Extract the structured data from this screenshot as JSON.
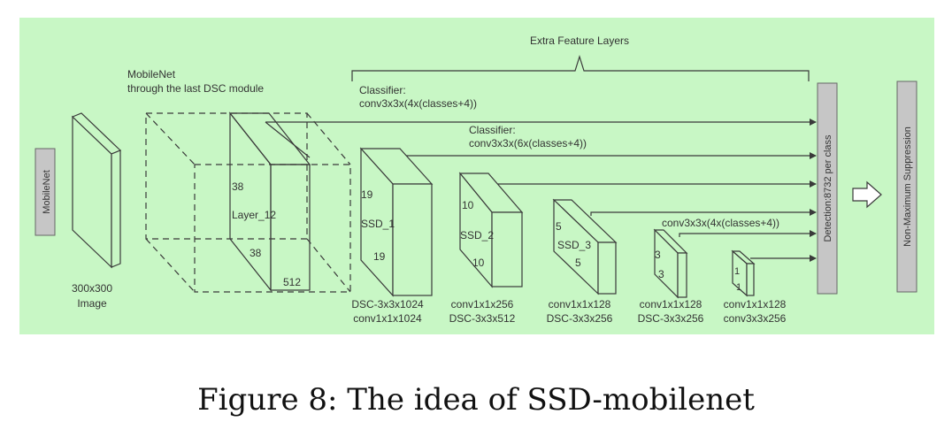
{
  "colors": {
    "background": "#c8f7c5",
    "box": "#c6c6c6",
    "line": "#3a3a3a"
  },
  "left_label": "MobileNet",
  "input": {
    "line1": "300x300",
    "line2": "Image"
  },
  "mobilenet_caption": {
    "line1": "MobileNet",
    "line2": "through the last DSC module"
  },
  "layer12": {
    "name": "Layer_12",
    "height": "38",
    "width": "38",
    "depth": "512"
  },
  "extra_title": "Extra Feature Layers",
  "classifier1": {
    "line1": "Classifier:",
    "line2": "conv3x3x(4x(classes+4))"
  },
  "classifier2": {
    "line1": "Classifier:",
    "line2": "conv3x3x(6x(classes+4))"
  },
  "classifier3": "conv3x3x(4x(classes+4))",
  "ssd1": {
    "name": "SSD_1",
    "height": "19",
    "width": "19",
    "line1": "DSC-3x3x1024",
    "line2": "conv1x1x1024"
  },
  "ssd2": {
    "name": "SSD_2",
    "height": "10",
    "width": "10",
    "line1": "conv1x1x256",
    "line2": "DSC-3x3x512"
  },
  "ssd3": {
    "name": "SSD_3",
    "height": "5",
    "width": "5",
    "line1": "conv1x1x128",
    "line2": "DSC-3x3x256"
  },
  "block4": {
    "height": "3",
    "width": "3",
    "line1": "conv1x1x128",
    "line2": "DSC-3x3x256"
  },
  "block5": {
    "height": "1",
    "width": "1",
    "line1": "conv1x1x128",
    "line2": "conv3x3x256"
  },
  "detection": "Detection:8732 per class",
  "nms": "Non-Maximum Suppression",
  "caption": "Figure 8: The idea of SSD-mobilenet"
}
